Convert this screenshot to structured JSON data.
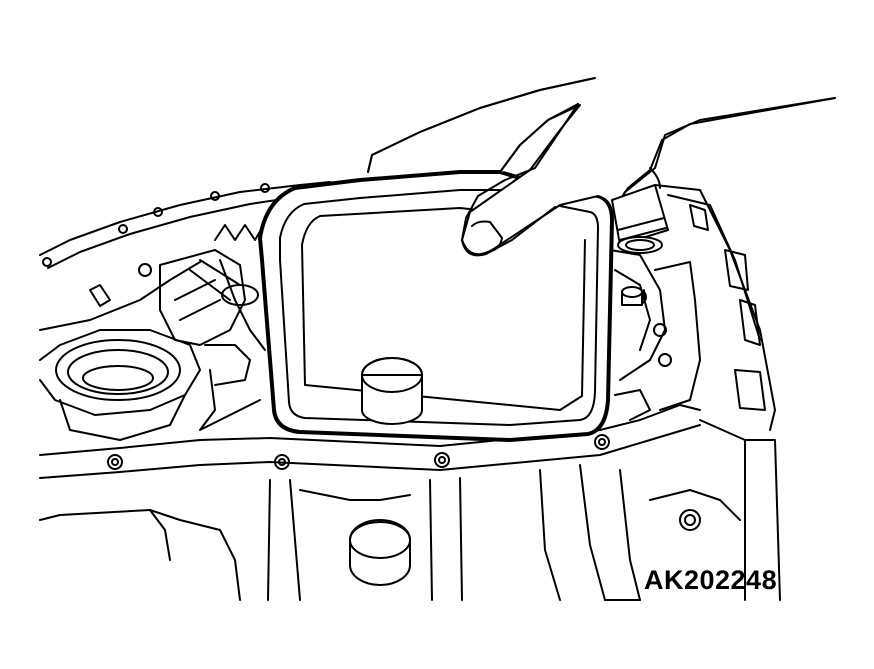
{
  "figure": {
    "reference_code": "AK202248",
    "colors": {
      "line": "#000000",
      "background": "#ffffff"
    },
    "parts": [
      "transmission-case",
      "oil-strainer",
      "gasket",
      "hand"
    ]
  }
}
